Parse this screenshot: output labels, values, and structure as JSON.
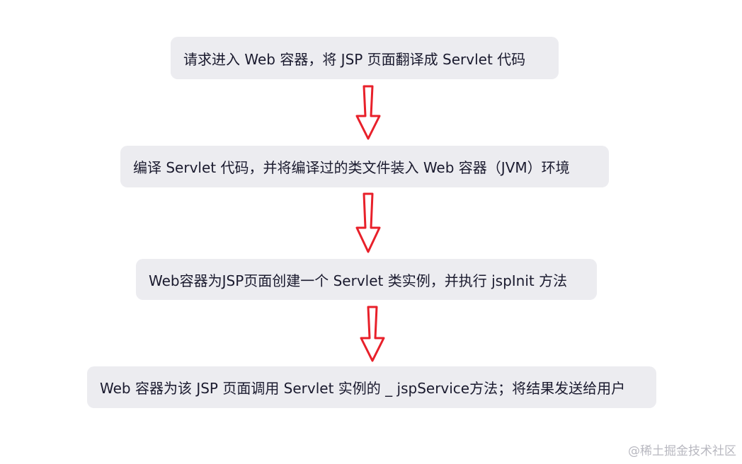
{
  "steps": [
    {
      "text": "请求进入 Web 容器，将 JSP 页面翻译成 Servlet 代码"
    },
    {
      "text": "编译 Servlet 代码，并将编译过的类文件装入 Web 容器（JVM）环境"
    },
    {
      "text": "Web容器为JSP页面创建一个 Servlet 类实例，并执行 jspInit 方法"
    },
    {
      "text": "Web 容器为该 JSP 页面调用 Servlet 实例的 _ jspService方法；将结果发送给用户"
    }
  ],
  "arrow_color": "#e8202a",
  "watermark": "@稀土掘金技术社区"
}
